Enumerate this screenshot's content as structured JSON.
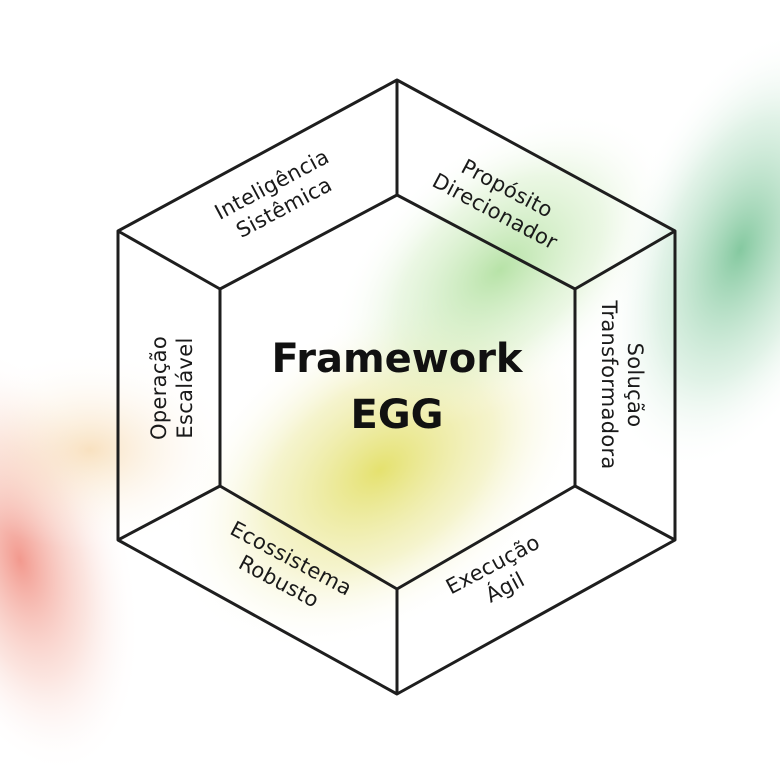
{
  "center": {
    "line1": "Framework",
    "line2": "EGG"
  },
  "segments": {
    "top_left": {
      "line1": "Inteligência",
      "line2": "Sistêmica"
    },
    "top_right": {
      "line1": "Propósito",
      "line2": "Direcionador"
    },
    "right": {
      "line1": "Solução",
      "line2": "Transformadora"
    },
    "bottom_right": {
      "line1": "Execução",
      "line2": "Ágil"
    },
    "bottom_left": {
      "line1": "Ecossistema",
      "line2": "Robusto"
    },
    "left": {
      "line1": "Operação",
      "line2": "Escalável"
    }
  },
  "colors": {
    "line": "#1e1e1e",
    "text": "#1a1a1a",
    "glow_yellow": "#e3e06a",
    "glow_green": "#8fcf86",
    "glow_red": "#f29a8c",
    "glow_teal": "#7fc39a"
  }
}
